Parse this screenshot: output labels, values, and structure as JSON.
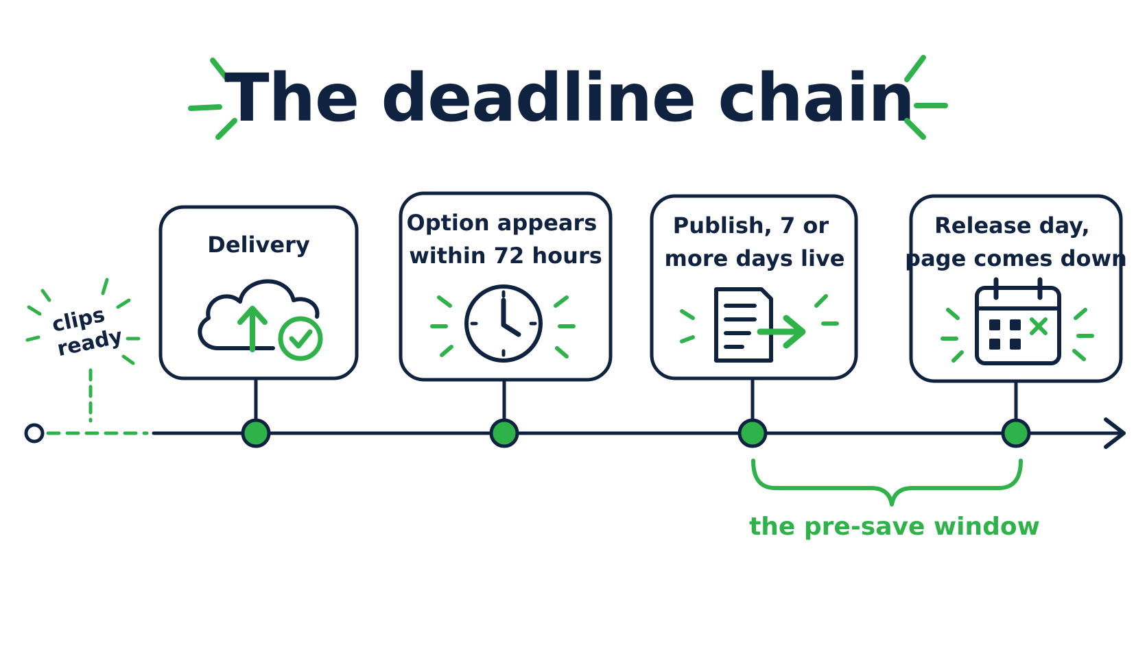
{
  "title": "The deadline chain",
  "colors": {
    "ink": "#0f2340",
    "accent": "#2fb24a",
    "background": "#ffffff"
  },
  "start": {
    "label_lines": [
      "clips",
      "ready"
    ]
  },
  "milestones": [
    {
      "label_lines": [
        "Delivery"
      ],
      "icon": "cloud-upload-check-icon"
    },
    {
      "label_lines": [
        "Option appears",
        "within 72 hours"
      ],
      "icon": "clock-icon"
    },
    {
      "label_lines": [
        "Publish, 7 or",
        "more days live"
      ],
      "icon": "document-arrow-icon"
    },
    {
      "label_lines": [
        "Release day,",
        "page comes down"
      ],
      "icon": "calendar-x-icon"
    }
  ],
  "window": {
    "label": "the pre-save window",
    "spans": "Publish, 7 or more days live → Release day, page comes down"
  }
}
